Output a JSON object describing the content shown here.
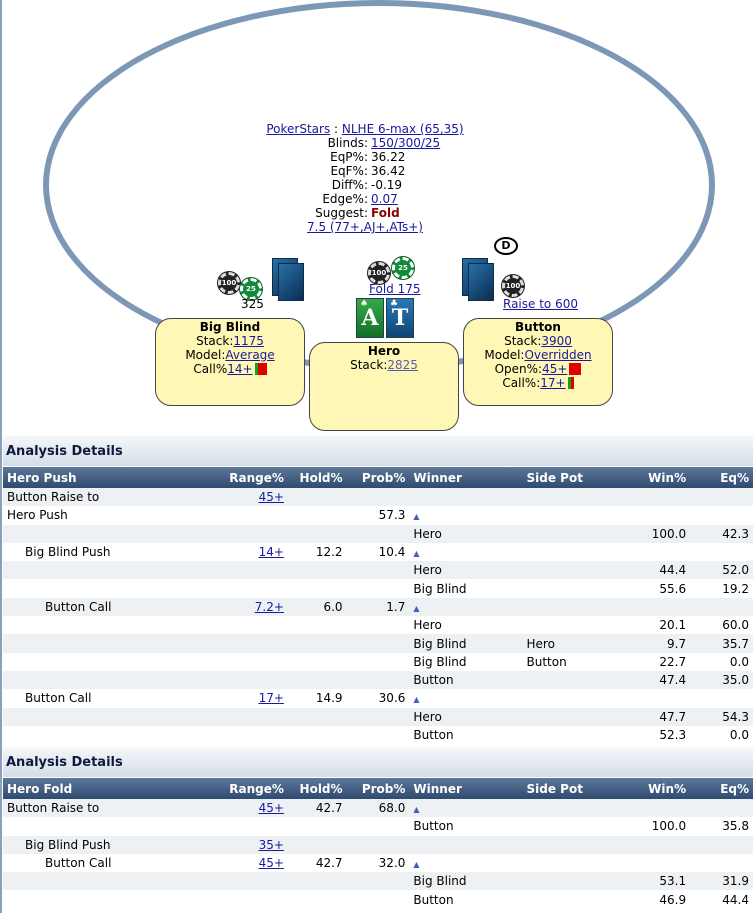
{
  "info": {
    "site": "PokerStars",
    "game": "NLHE 6-max (65,35)",
    "rows": [
      {
        "label": "Blinds:",
        "value": "150/300/25",
        "link": true
      },
      {
        "label": "EqP%:",
        "value": "36.22",
        "link": false
      },
      {
        "label": "EqF%:",
        "value": "36.42",
        "link": false
      },
      {
        "label": "Diff%:",
        "value": "-0.19",
        "link": false
      },
      {
        "label": "Edge%:",
        "value": "0.07",
        "link": true
      }
    ],
    "suggest_label": "Suggest:",
    "suggest_value": "Fold",
    "range": "7.5 (77+,AJ+,ATs+)"
  },
  "seats": {
    "bb": {
      "name": "Big Blind",
      "stack_label": "Stack:",
      "stack": "1175",
      "model_label": "Model:",
      "model": "Average",
      "pct_label": "Call%",
      "pct": "14+",
      "bet": "325"
    },
    "hero": {
      "name": "Hero",
      "stack_label": "Stack:",
      "stack": "2825",
      "action": "Fold 175",
      "card1": "A",
      "card2": "T"
    },
    "btn": {
      "name": "Button",
      "stack_label": "Stack:",
      "stack": "3900",
      "model_label": "Model:",
      "model": "Overridden",
      "pct1_label": "Open%:",
      "pct1": "45+",
      "pct2_label": "Call%:",
      "pct2": "17+",
      "action": "Raise to 600",
      "dealer": "D"
    }
  },
  "chips": {
    "c100": "100",
    "c25": "25"
  },
  "section1": {
    "title": "Analysis Details",
    "headers": [
      "Hero Push",
      "Range%",
      "Hold%",
      "Prob%",
      "Winner",
      "Side Pot",
      "Win%",
      "Eq%"
    ],
    "rows": [
      {
        "name": "Button Raise to",
        "ind": 0,
        "range": "45+",
        "hold": "",
        "prob": "",
        "winner": "",
        "side": "",
        "win": "",
        "eq": "",
        "tri": false
      },
      {
        "name": "Hero Push",
        "ind": 0,
        "range": "",
        "hold": "",
        "prob": "57.3",
        "winner": "",
        "side": "",
        "win": "",
        "eq": "",
        "tri": true
      },
      {
        "name": "",
        "ind": 0,
        "range": "",
        "hold": "",
        "prob": "",
        "winner": "Hero",
        "side": "",
        "win": "100.0",
        "eq": "42.3",
        "tri": false
      },
      {
        "name": "Big Blind Push",
        "ind": 1,
        "range": "14+",
        "hold": "12.2",
        "prob": "10.4",
        "winner": "",
        "side": "",
        "win": "",
        "eq": "",
        "tri": true
      },
      {
        "name": "",
        "ind": 0,
        "range": "",
        "hold": "",
        "prob": "",
        "winner": "Hero",
        "side": "",
        "win": "44.4",
        "eq": "52.0",
        "tri": false
      },
      {
        "name": "",
        "ind": 0,
        "range": "",
        "hold": "",
        "prob": "",
        "winner": "Big Blind",
        "side": "",
        "win": "55.6",
        "eq": "19.2",
        "tri": false
      },
      {
        "name": "Button Call",
        "ind": 2,
        "range": "7.2+",
        "hold": "6.0",
        "prob": "1.7",
        "winner": "",
        "side": "",
        "win": "",
        "eq": "",
        "tri": true
      },
      {
        "name": "",
        "ind": 0,
        "range": "",
        "hold": "",
        "prob": "",
        "winner": "Hero",
        "side": "",
        "win": "20.1",
        "eq": "60.0",
        "tri": false
      },
      {
        "name": "",
        "ind": 0,
        "range": "",
        "hold": "",
        "prob": "",
        "winner": "Big Blind",
        "side": "Hero",
        "win": "9.7",
        "eq": "35.7",
        "tri": false
      },
      {
        "name": "",
        "ind": 0,
        "range": "",
        "hold": "",
        "prob": "",
        "winner": "Big Blind",
        "side": "Button",
        "win": "22.7",
        "eq": "0.0",
        "tri": false
      },
      {
        "name": "",
        "ind": 0,
        "range": "",
        "hold": "",
        "prob": "",
        "winner": "Button",
        "side": "",
        "win": "47.4",
        "eq": "35.0",
        "tri": false
      },
      {
        "name": "Button Call",
        "ind": 1,
        "range": "17+",
        "hold": "14.9",
        "prob": "30.6",
        "winner": "",
        "side": "",
        "win": "",
        "eq": "",
        "tri": true
      },
      {
        "name": "",
        "ind": 0,
        "range": "",
        "hold": "",
        "prob": "",
        "winner": "Hero",
        "side": "",
        "win": "47.7",
        "eq": "54.3",
        "tri": false
      },
      {
        "name": "",
        "ind": 0,
        "range": "",
        "hold": "",
        "prob": "",
        "winner": "Button",
        "side": "",
        "win": "52.3",
        "eq": "0.0",
        "tri": false
      }
    ]
  },
  "section2": {
    "title": "Analysis Details",
    "headers": [
      "Hero Fold",
      "Range%",
      "Hold%",
      "Prob%",
      "Winner",
      "Side Pot",
      "Win%",
      "Eq%"
    ],
    "rows": [
      {
        "name": "Button Raise to",
        "ind": 0,
        "range": "45+",
        "hold": "42.7",
        "prob": "68.0",
        "winner": "",
        "side": "",
        "win": "",
        "eq": "",
        "tri": true
      },
      {
        "name": "",
        "ind": 0,
        "range": "",
        "hold": "",
        "prob": "",
        "winner": "Button",
        "side": "",
        "win": "100.0",
        "eq": "35.8",
        "tri": false
      },
      {
        "name": "Big Blind Push",
        "ind": 1,
        "range": "35+",
        "hold": "",
        "prob": "",
        "winner": "",
        "side": "",
        "win": "",
        "eq": "",
        "tri": false
      },
      {
        "name": "Button Call",
        "ind": 2,
        "range": "45+",
        "hold": "42.7",
        "prob": "32.0",
        "winner": "",
        "side": "",
        "win": "",
        "eq": "",
        "tri": true
      },
      {
        "name": "",
        "ind": 0,
        "range": "",
        "hold": "",
        "prob": "",
        "winner": "Big Blind",
        "side": "",
        "win": "53.1",
        "eq": "31.9",
        "tri": false
      },
      {
        "name": "",
        "ind": 0,
        "range": "",
        "hold": "",
        "prob": "",
        "winner": "Button",
        "side": "",
        "win": "46.9",
        "eq": "44.4",
        "tri": false
      }
    ]
  }
}
